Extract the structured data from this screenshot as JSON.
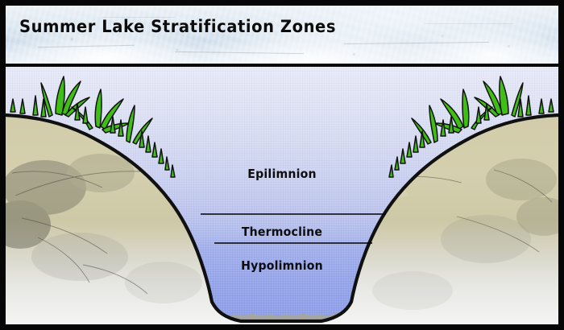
{
  "document": {
    "title": "Summer Lake Stratification Zones",
    "type": "scientific-diagram",
    "subject": "lake thermal stratification in summer"
  },
  "header": {
    "title": "Summer Lake Stratification Zones",
    "background": "sky-with-clouds",
    "background_colors": [
      "#e8eef4",
      "#c9d9e8"
    ],
    "title_color": "#0c0c0c"
  },
  "diagram": {
    "zones": [
      {
        "id": "epilimnion",
        "label": "Epilimnion",
        "order": 1,
        "position": "upper water layer",
        "water_color": "#d9dcf2"
      },
      {
        "id": "thermocline",
        "label": "Thermocline",
        "order": 2,
        "position": "middle transition layer",
        "water_color": "#b9c1ec"
      },
      {
        "id": "hypolimnion",
        "label": "Hypolimnion",
        "order": 3,
        "position": "deep bottom layer",
        "water_color": "#8e9fe8"
      }
    ],
    "dividers": [
      {
        "id": "epilimnion-thermocline-boundary",
        "color": "#000000"
      },
      {
        "id": "thermocline-hypolimnion-boundary",
        "color": "#000000"
      }
    ],
    "features": [
      {
        "id": "lake-basin",
        "label": "lake basin"
      },
      {
        "id": "shoreline-left",
        "label": "left shoreline"
      },
      {
        "id": "shoreline-right",
        "label": "right shoreline"
      },
      {
        "id": "vegetation-left",
        "label": "shoreline grass, left bank"
      },
      {
        "id": "vegetation-right",
        "label": "shoreline grass, right bank"
      },
      {
        "id": "lake-sediment",
        "label": "bottom sediment"
      },
      {
        "id": "soil-substrate",
        "label": "soil and rock substrate"
      }
    ],
    "colors": {
      "grass": "#3fbf16",
      "grass_outline": "#101010",
      "soil": "#cfc9a4",
      "substrate_lower": "#efefee",
      "outline": "#111111",
      "border": "#060606",
      "sediment": "#a8a89a"
    }
  }
}
